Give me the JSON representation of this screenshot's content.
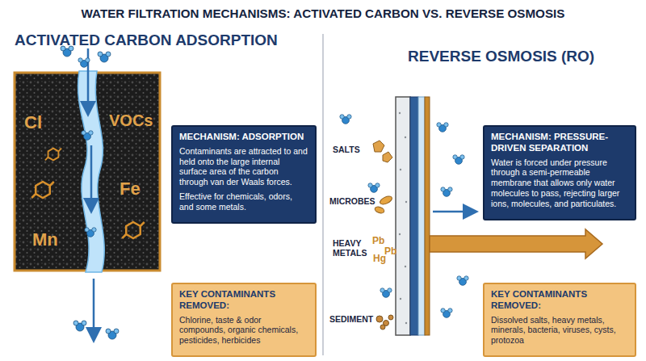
{
  "diagram": {
    "title": "WATER FILTRATION MECHANISMS: ACTIVATED CARBON VS. REVERSE OSMOSIS",
    "nodes": [
      {
        "text": [
          "MECHANISM: ADSORPTION",
          "Contaminants are attracted to and held onto the large internal surface area of the carbon through van der Waals forces.",
          "Effective for chemicals, odors, and some metals."
        ]
      },
      {
        "text": [
          "KEY CONTAMINANTS REMOVED:",
          "Chlorine, taste & odor compounds, organic chemicals, pesticides, herbicides"
        ]
      },
      {
        "text": [
          "MECHANISM: PRESSURE-DRIVEN SEPARATION",
          "Water is forced under pressure through a semi-permeable membrane that allows only water molecules to pass, rejecting larger ions, molecules, and particulates."
        ]
      },
      {
        "text": [
          "KEY CONTAMINANTS REMOVED:",
          "Dissolved salts, heavy metals, minerals, bacteria, viruses, cysts, protozoa"
        ]
      }
    ],
    "labels": [
      "ACTIVATED CARBON ADSORPTION",
      "REVERSE OSMOSIS (RO)",
      "Cl",
      "VOCs",
      "Fe",
      "Mn",
      "SALTS",
      "MICROBES",
      "HEAVY METALS",
      "Pb",
      "Hg",
      "Pb",
      "SEDIMENT"
    ]
  }
}
